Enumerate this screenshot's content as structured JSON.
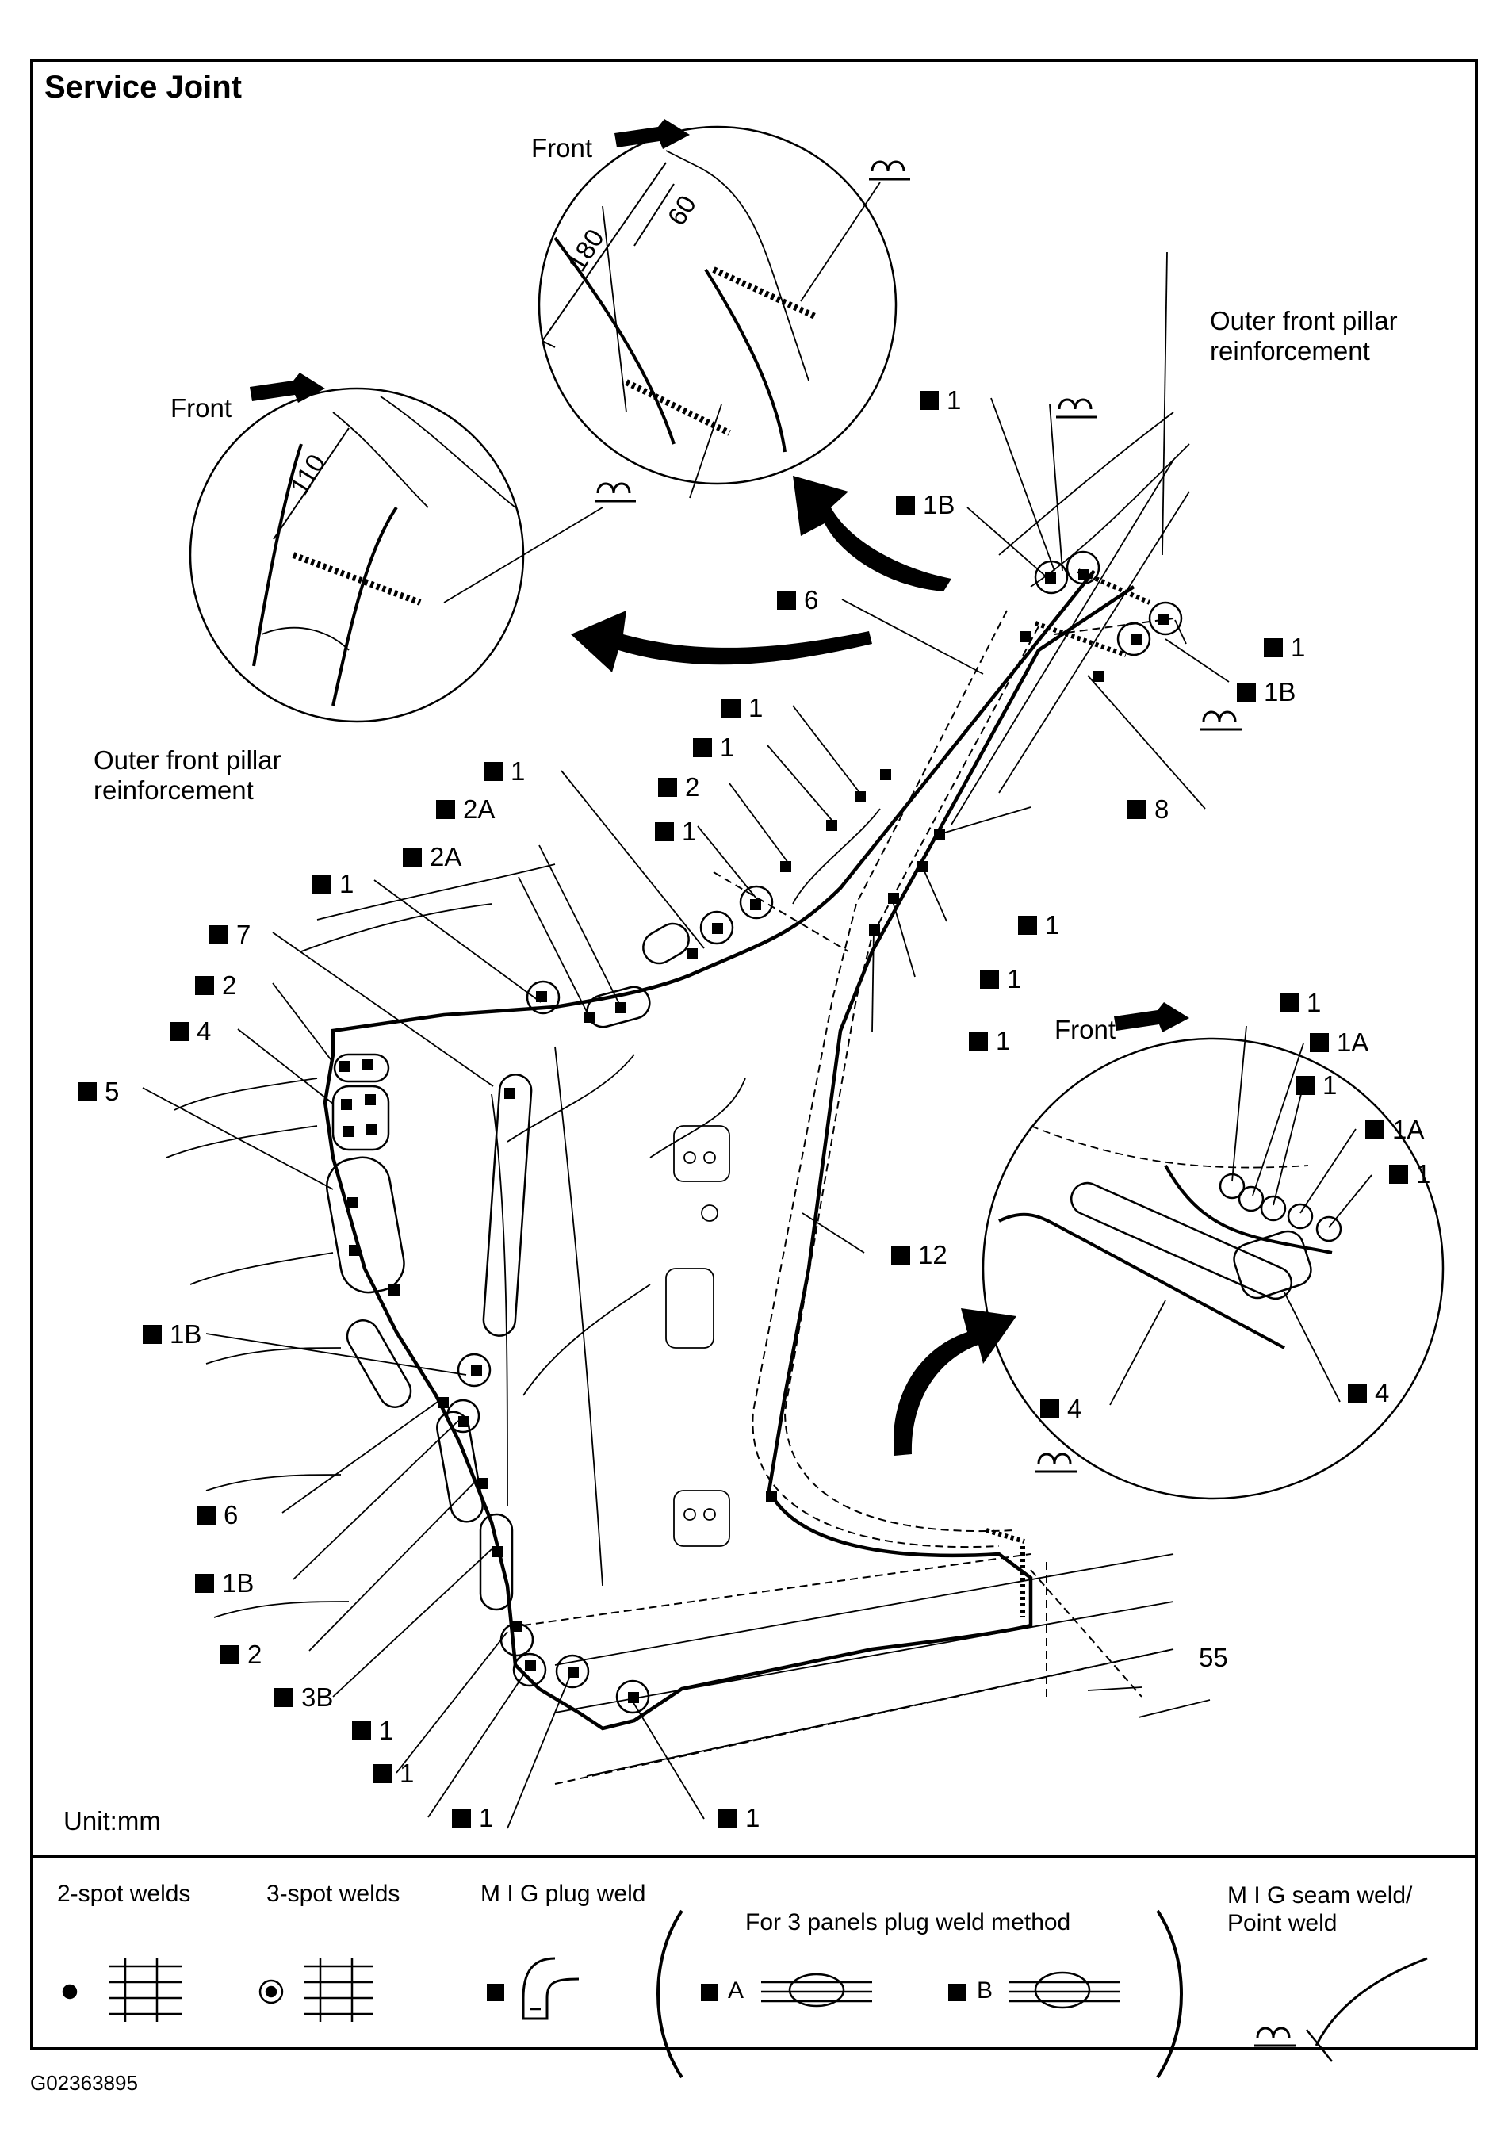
{
  "title": "Service Joint",
  "unit": "Unit:mm",
  "figure_id": "G02363895",
  "front_label": "Front",
  "dimensions": {
    "d180": "180",
    "d60": "60",
    "d110": "110",
    "d55": "55"
  },
  "outer_front_pillar": "Outer front pillar\nreinforcement",
  "callouts": [
    "1",
    "1B",
    "6",
    "1",
    "1B",
    "1",
    "1",
    "2",
    "1",
    "1",
    "2A",
    "2A",
    "1",
    "7",
    "2",
    "4",
    "5",
    "8",
    "1",
    "1",
    "1",
    "12",
    "1B",
    "6",
    "1B",
    "2",
    "3B",
    "1",
    "1",
    "1",
    "1",
    "1",
    "1A",
    "1",
    "1A",
    "1",
    "4",
    "4"
  ],
  "legend": {
    "spot2": "2-spot welds",
    "spot3": "3-spot welds",
    "mig_plug": "M I G plug weld",
    "three_panel": "For 3 panels plug weld method",
    "method_a": "A",
    "method_b": "B",
    "mig_seam": "M I G seam weld/\nPoint weld"
  },
  "icons": [
    "arrow-icon",
    "seam-weld-icon",
    "plug-weld-square-icon",
    "spot-weld-dot-icon",
    "welding-torch-icon"
  ]
}
